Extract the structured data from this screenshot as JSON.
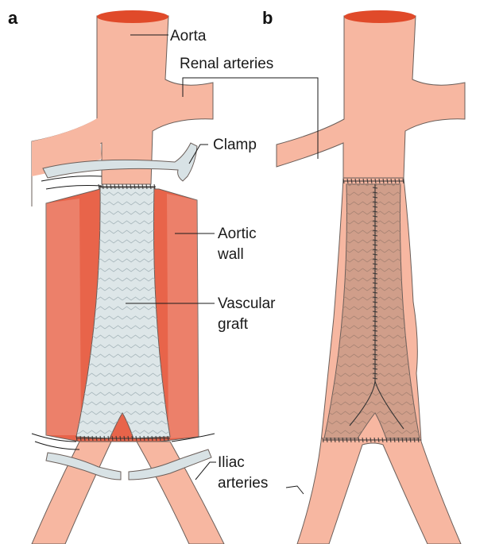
{
  "panels": {
    "a": "a",
    "b": "b"
  },
  "labels": {
    "aorta": "Aorta",
    "renal_arteries": "Renal arteries",
    "clamp": "Clamp",
    "aortic_wall_1": "Aortic",
    "aortic_wall_2": "wall",
    "vascular_graft_1": "Vascular",
    "vascular_graft_2": "graft",
    "iliac_arteries_1": "Iliac",
    "iliac_arteries_2": "arteries"
  },
  "colors": {
    "vessel": "#F7B7A1",
    "vessel_edge": "#E79A85",
    "vessel_top": "#E04A2A",
    "wall": "#E8644A",
    "wall_light": "#F4957C",
    "graft": "#DDE6E8",
    "graft_in_vessel": "#C99A86",
    "clamp": "#D8E2E5",
    "stitches": "#333333"
  }
}
